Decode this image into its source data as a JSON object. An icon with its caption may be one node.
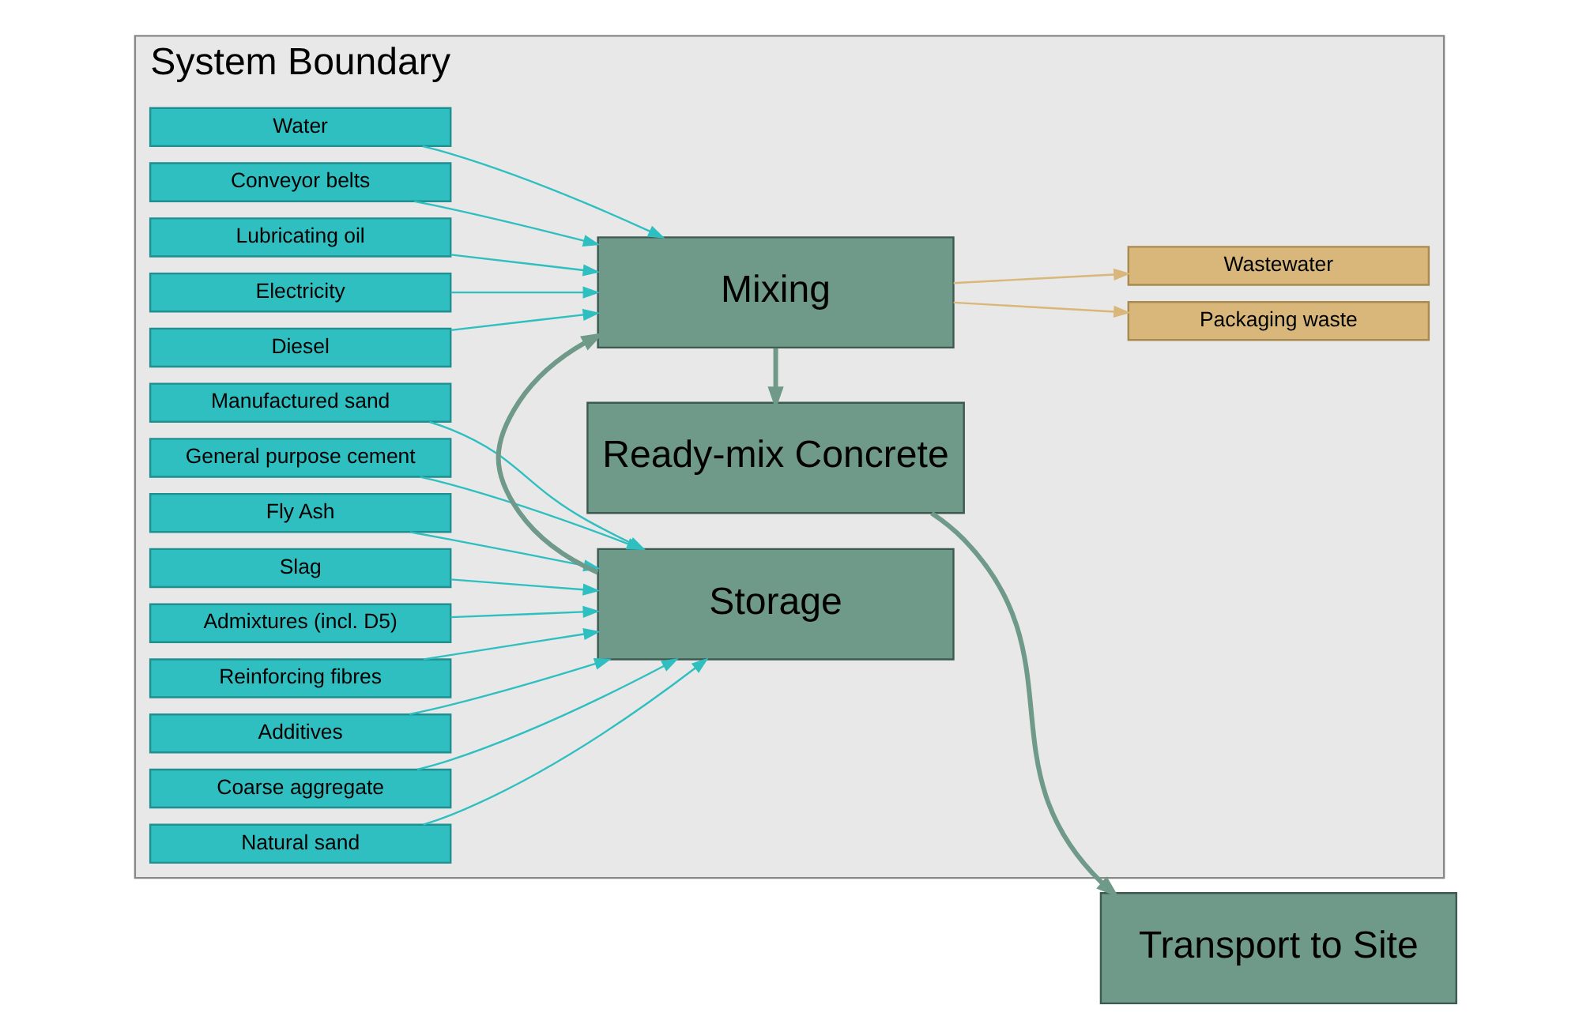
{
  "diagram": {
    "nodes": [
      {
        "text": [
          "System Boundary"
        ]
      },
      {
        "text": [
          "General purpose cement"
        ],
        "in": 0
      },
      {
        "text": [
          "Fly Ash"
        ],
        "in": 0
      },
      {
        "text": [
          "Slag"
        ],
        "in": 0
      },
      {
        "text": [
          "Admixtures (incl. D5)"
        ],
        "in": 0
      },
      {
        "text": [
          "Reinforcing fibres"
        ],
        "in": 0
      },
      {
        "text": [
          "Additives"
        ],
        "in": 0
      },
      {
        "text": [
          "Coarse aggregate"
        ],
        "in": 0
      },
      {
        "text": [
          "Natural sand"
        ],
        "in": 0
      },
      {
        "text": [
          "Manufactured sand"
        ],
        "in": 0
      },
      {
        "text": [
          "Storage"
        ],
        "in": 0
      },
      {
        "text": [
          "Electricity"
        ],
        "in": 0
      },
      {
        "text": [
          "Diesel"
        ],
        "in": 0
      },
      {
        "text": [
          "Water"
        ],
        "in": 0
      },
      {
        "text": [
          "Conveyor belts"
        ],
        "in": 0
      },
      {
        "text": [
          "Lubricating oil"
        ],
        "in": 0
      },
      {
        "text": [
          "Mixing"
        ],
        "in": 0
      },
      {
        "text": [
          "Ready-mix Concrete"
        ],
        "in": 0
      },
      {
        "text": [
          "Wastewater"
        ],
        "in": 0
      },
      {
        "text": [
          "Packaging waste"
        ],
        "in": 0
      },
      {
        "text": [
          "Transport to Site"
        ]
      }
    ],
    "edges": [
      {
        "from": 1,
        "to": 10,
        "arrow": "to"
      },
      {
        "from": 2,
        "to": 10,
        "arrow": "to"
      },
      {
        "from": 3,
        "to": 10,
        "arrow": "to"
      },
      {
        "from": 4,
        "to": 10,
        "arrow": "to"
      },
      {
        "from": 5,
        "to": 10,
        "arrow": "to"
      },
      {
        "from": 6,
        "to": 10,
        "arrow": "to"
      },
      {
        "from": 7,
        "to": 10,
        "arrow": "to"
      },
      {
        "from": 8,
        "to": 10,
        "arrow": "to"
      },
      {
        "from": 9,
        "to": 10,
        "arrow": "to"
      },
      {
        "from": 11,
        "to": 16,
        "arrow": "to"
      },
      {
        "from": 12,
        "to": 16,
        "arrow": "to"
      },
      {
        "from": 13,
        "to": 16,
        "arrow": "to"
      },
      {
        "from": 14,
        "to": 16,
        "arrow": "to"
      },
      {
        "from": 15,
        "to": 16,
        "arrow": "to"
      },
      {
        "from": 10,
        "to": 16,
        "arrow": "to",
        "color": "#6f9a89",
        "style": "thick"
      },
      {
        "from": 16,
        "to": 17,
        "arrow": "to",
        "color": "#6f9a89",
        "style": "thick"
      },
      {
        "from": 17,
        "to": 20,
        "arrow": "to",
        "color": "#6f9a89",
        "style": "thick"
      },
      {
        "from": 16,
        "to": 18,
        "arrow": "to",
        "color": "#d9b77a"
      },
      {
        "from": 16,
        "to": 19,
        "arrow": "to",
        "color": "#d9b77a"
      }
    ]
  }
}
